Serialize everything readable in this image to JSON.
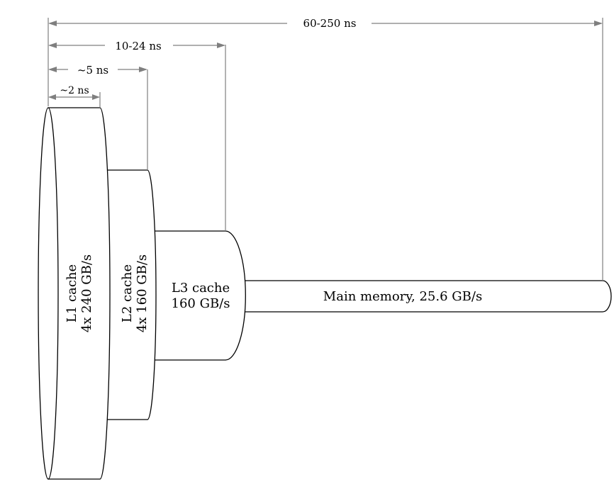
{
  "latencies": {
    "l1": "~2 ns",
    "l2": "~5 ns",
    "l3": "10-24 ns",
    "main": "60-250 ns"
  },
  "levels": {
    "l1": {
      "name": "L1 cache",
      "bandwidth": "4x 240 GB/s"
    },
    "l2": {
      "name": "L2 cache",
      "bandwidth": "4x 160 GB/s"
    },
    "l3": {
      "name": "L3 cache",
      "bandwidth": "160 GB/s"
    },
    "main": {
      "label": "Main memory, 25.6 GB/s"
    }
  }
}
